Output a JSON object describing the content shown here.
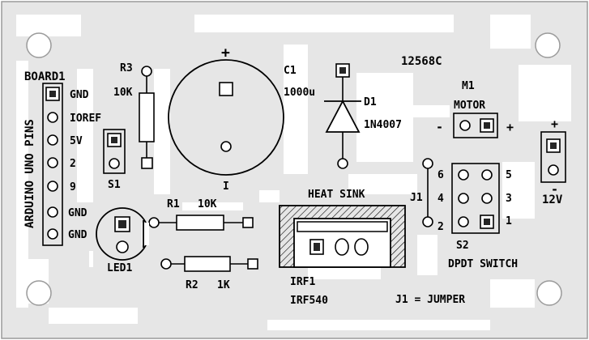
{
  "board_id": "12568C",
  "header": {
    "label": "BOARD1",
    "side_label": "ARDUINO UNO PINS",
    "pins": [
      "GND",
      "IOREF",
      "5V",
      "2",
      "9",
      "GND",
      "GND"
    ]
  },
  "components": {
    "r3": {
      "ref": "R3",
      "value": "10K"
    },
    "s1": {
      "ref": "S1"
    },
    "c1": {
      "ref": "C1",
      "value": "1000u",
      "plus": "+",
      "minus": "I"
    },
    "d1": {
      "ref": "D1",
      "value": "1N4007"
    },
    "m1": {
      "ref": "M1",
      "value": "MOTOR",
      "minus": "-",
      "plus": "+"
    },
    "power": {
      "plus": "+",
      "minus": "-",
      "value": "12V"
    },
    "r1": {
      "ref": "R1",
      "value": "10K"
    },
    "led1": {
      "ref": "LED1"
    },
    "r2": {
      "ref": "R2",
      "value": "1K"
    },
    "heatsink": {
      "label": "HEAT SINK"
    },
    "irf1": {
      "ref": "IRF1",
      "value": "IRF540"
    },
    "j1": {
      "ref": "J1",
      "note": "J1 = JUMPER"
    },
    "s2": {
      "ref": "S2",
      "name": "DPDT SWITCH",
      "left_pins": [
        "6",
        "4",
        "2"
      ],
      "right_pins": [
        "5",
        "3",
        "1"
      ]
    }
  },
  "colors": {
    "board": "#e6e6e6",
    "trace": "#ffffff",
    "silk": "#000000",
    "outline": "#9a9a9a"
  }
}
